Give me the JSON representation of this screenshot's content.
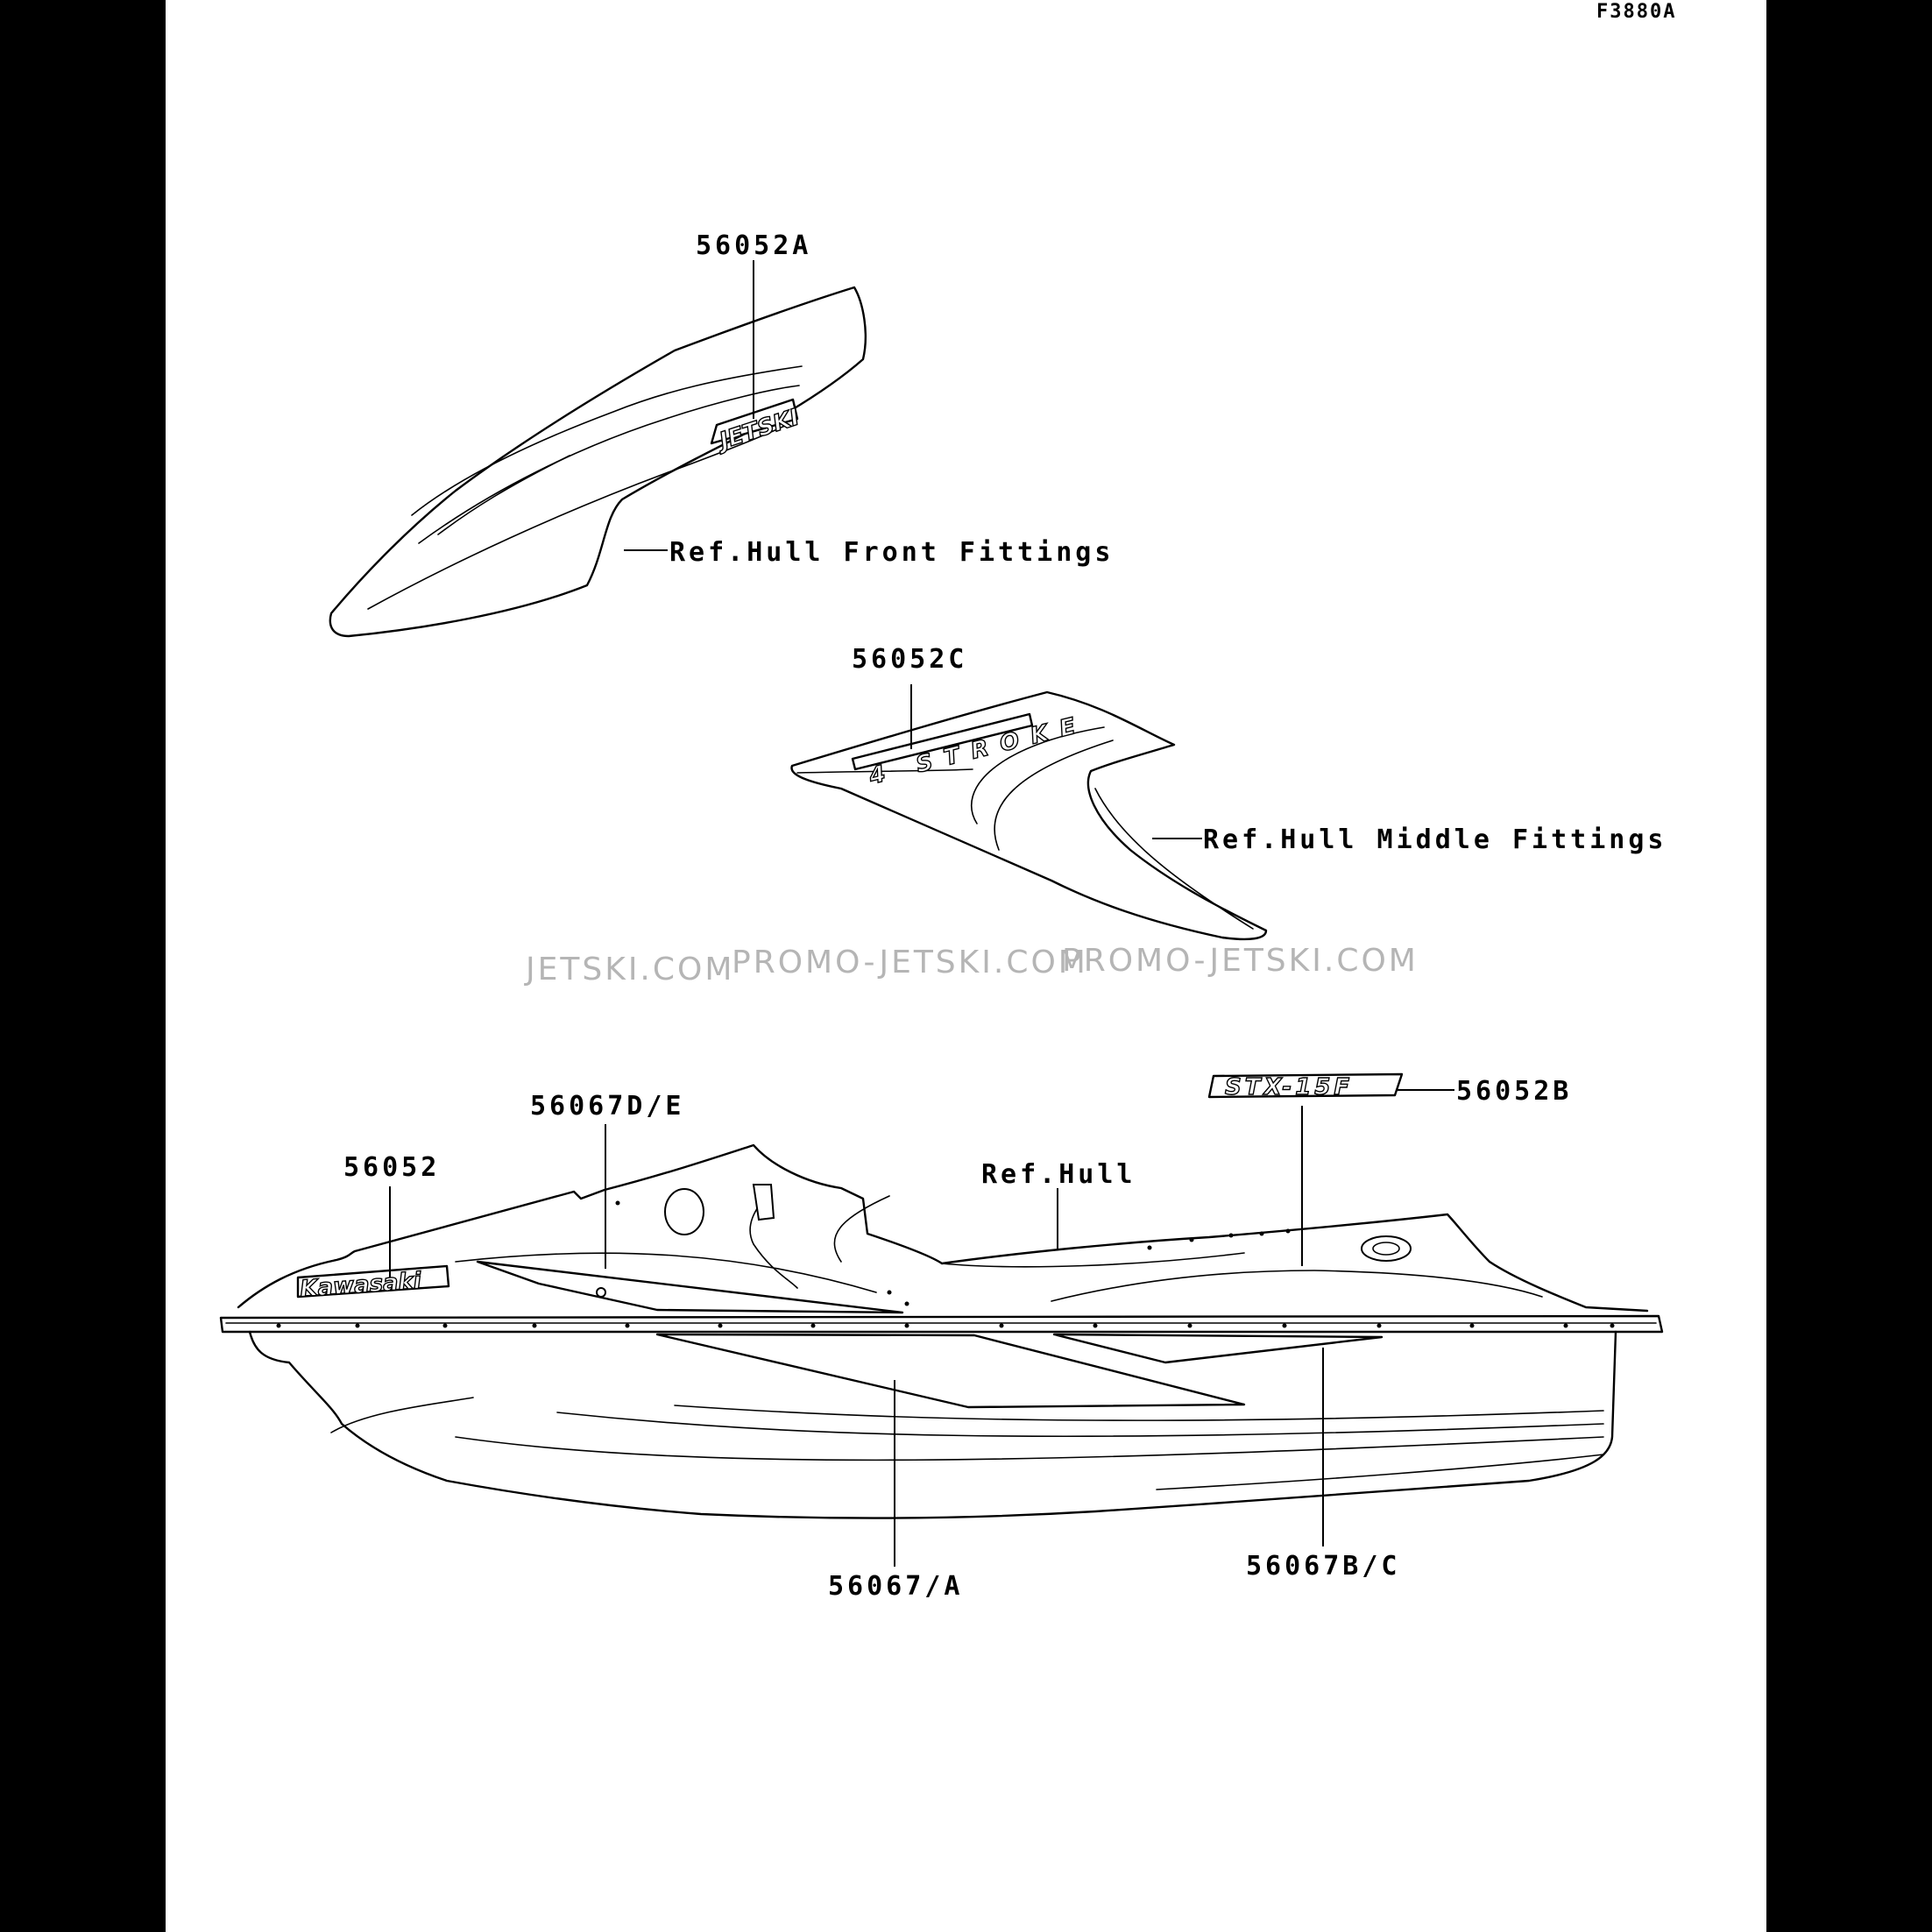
{
  "figure_code": "F3880A",
  "parts": {
    "decal_front": "56052A",
    "decal_middle": "56052C",
    "decal_model": "56052B",
    "decal_brand": "56052",
    "stripe_upper": "56067D/E",
    "stripe_lower": "56067/A",
    "stripe_rear": "56067B/C"
  },
  "refs": {
    "front": "Ref.Hull Front Fittings",
    "middle": "Ref.Hull Middle Fittings",
    "hull": "Ref.Hull"
  },
  "decal_text": {
    "jetski": "JETSKI",
    "four_stroke": "4 STROKE",
    "model": "STX-15F",
    "brand": "Kawasaki"
  },
  "watermark": [
    "JETSKI.COM",
    "PROMO-JETSKI.COM",
    "PROMO-JETSKI.COM"
  ]
}
